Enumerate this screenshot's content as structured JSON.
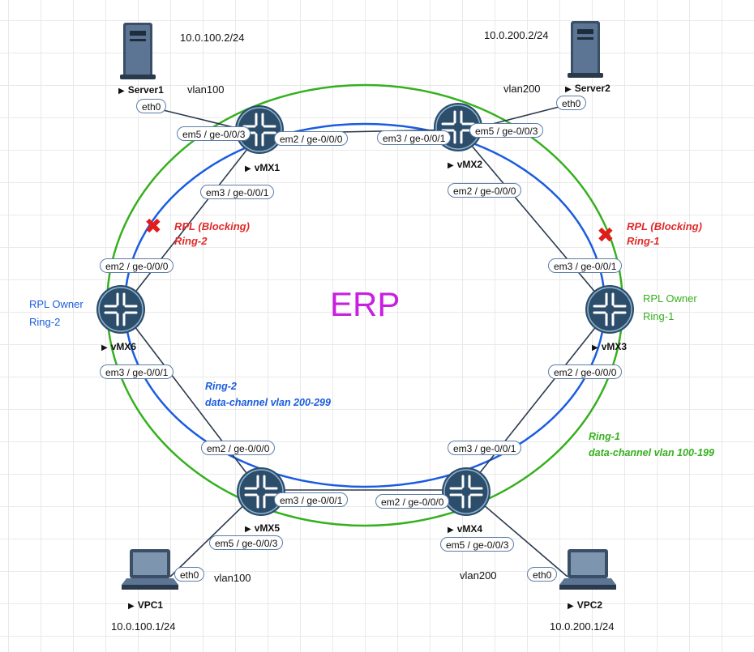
{
  "title": "ERP",
  "colors": {
    "ring1": "#35b01e",
    "ring2": "#1a5ce0",
    "rpl_red": "#e02a2a",
    "router": "#2d4e6b",
    "port_border": "#5b7da8",
    "title": "#c81fe0"
  },
  "icons": {
    "router": "juniper-router-icon",
    "server": "server-tower-icon",
    "pc": "desktop-pc-icon",
    "blocked": "red-x-icon"
  },
  "nodes": {
    "vmx1": "vMX1",
    "vmx2": "vMX2",
    "vmx3": "vMX3",
    "vmx4": "vMX4",
    "vmx5": "vMX5",
    "vmx6": "vMX6",
    "server1": "Server1",
    "server2": "Server2",
    "vpc1": "VPC1",
    "vpc2": "VPC2"
  },
  "addresses": {
    "server1": "10.0.100.2/24",
    "server2": "10.0.200.2/24",
    "vpc1": "10.0.100.1/24",
    "vpc2": "10.0.200.1/24"
  },
  "vlans": {
    "server1": "vlan100",
    "server2": "vlan200",
    "vpc1": "vlan100",
    "vpc2": "vlan200"
  },
  "ports": {
    "server1_eth0": "eth0",
    "server2_eth0": "eth0",
    "vpc1_eth0": "eth0",
    "vpc2_eth0": "eth0",
    "vmx1_em5": "em5 / ge-0/0/3",
    "vmx1_em2": "em2 / ge-0/0/0",
    "vmx1_em3": "em3 / ge-0/0/1",
    "vmx2_em3": "em3 / ge-0/0/1",
    "vmx2_em5": "em5 / ge-0/0/3",
    "vmx2_em2": "em2 / ge-0/0/0",
    "vmx3_em3": "em3 / ge-0/0/1",
    "vmx3_em2": "em2 / ge-0/0/0",
    "vmx4_em3": "em3 / ge-0/0/1",
    "vmx4_em2": "em2 / ge-0/0/0",
    "vmx4_em5": "em5 / ge-0/0/3",
    "vmx5_em2": "em2 / ge-0/0/0",
    "vmx5_em3": "em3 / ge-0/0/1",
    "vmx5_em5": "em5 / ge-0/0/3",
    "vmx6_em2": "em2 / ge-0/0/0",
    "vmx6_em3": "em3 / ge-0/0/1"
  },
  "annotations": {
    "rpl_ring2_line1": "RPL (Blocking)",
    "rpl_ring2_line2": "Ring-2",
    "rpl_ring1_line1": "RPL (Blocking)",
    "rpl_ring1_line2": "Ring-1",
    "owner_ring2_line1": "RPL Owner",
    "owner_ring2_line2": "Ring-2",
    "owner_ring1_line1": "RPL Owner",
    "owner_ring1_line2": "Ring-1",
    "ring2_line1": "Ring-2",
    "ring2_line2": "data-channel vlan 200-299",
    "ring1_line1": "Ring-1",
    "ring1_line2": "data-channel vlan 100-199"
  }
}
